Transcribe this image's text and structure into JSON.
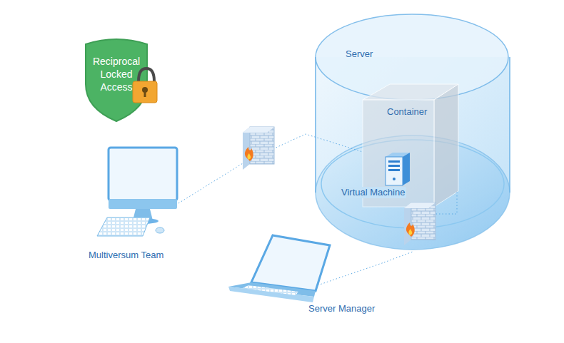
{
  "diagram": {
    "nodes": [
      {
        "text": [
          "Reciprocal Locked Access"
        ]
      },
      {
        "text": [
          "Server"
        ]
      },
      {
        "text": [
          "Container"
        ],
        "in": 1
      },
      {
        "text": [
          "Virtual Machine"
        ],
        "in": 2
      },
      {
        "text": [
          "Multiversum Team"
        ]
      },
      {
        "text": [
          "Server Manager"
        ]
      }
    ],
    "edges": [
      {
        "from": 4,
        "to": 2,
        "arrow": "none"
      },
      {
        "from": 5,
        "to": 1,
        "arrow": "none"
      }
    ]
  }
}
